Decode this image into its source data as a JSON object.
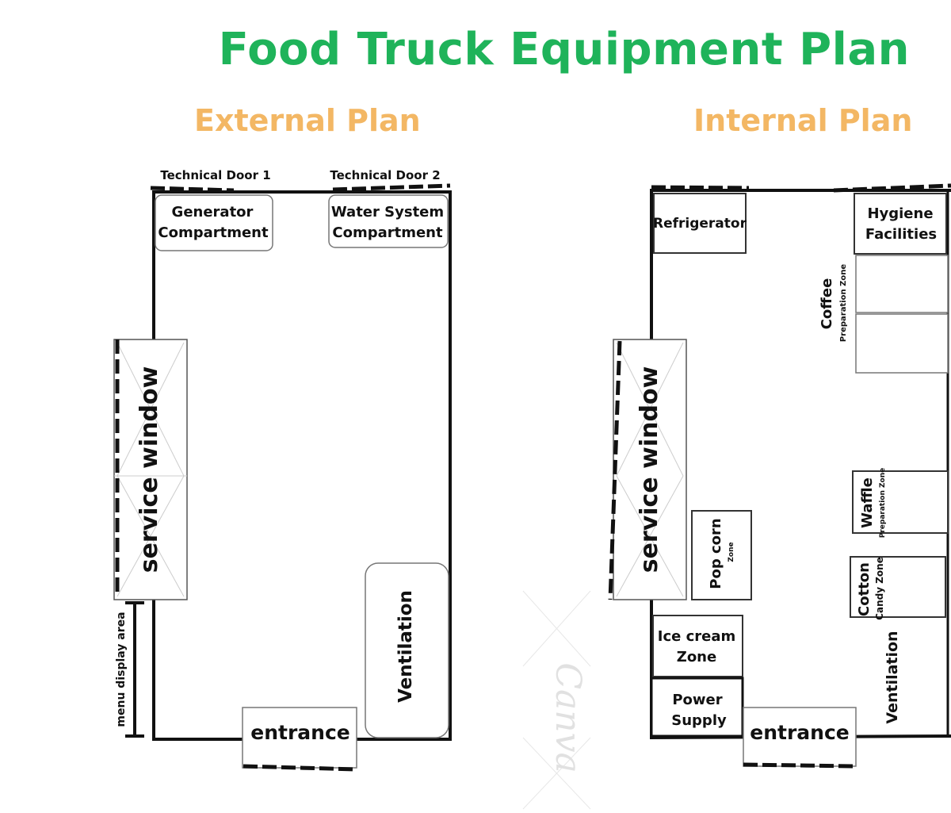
{
  "title": "Food Truck Equipment Plan",
  "external": {
    "subtitle": "External Plan",
    "technical_door_1": "Technical Door 1",
    "technical_door_2": "Technical Door 2",
    "generator_line1": "Generator",
    "generator_line2": "Compartment",
    "water_line1": "Water System",
    "water_line2": "Compartment",
    "service_window": "service window",
    "menu_display": "menu display area",
    "ventilation": "Ventilation",
    "entrance": "entrance"
  },
  "internal": {
    "subtitle": "Internal Plan",
    "refrigerator": "Refrigerator",
    "hygiene_line1": "Hygiene",
    "hygiene_line2": "Facilities",
    "coffee_main": "Coffee",
    "coffee_sub": "Preparation Zone",
    "service_window": "service window",
    "popcorn_main": "Pop corn",
    "popcorn_sub": "Zone",
    "waffle_main": "Waffle",
    "waffle_sub": "Preparation Zone",
    "cotton_main": "Cotton",
    "cotton_sub": "Candy Zone",
    "icecream_line1": "Ice cream",
    "icecream_line2": "Zone",
    "power_line1": "Power",
    "power_line2": "Supply",
    "entrance": "entrance",
    "ventilation": "Ventilation"
  },
  "watermark": "Canva",
  "colors": {
    "title": "#1fb35a",
    "subtitle": "#f3b764",
    "line": "#111111"
  }
}
